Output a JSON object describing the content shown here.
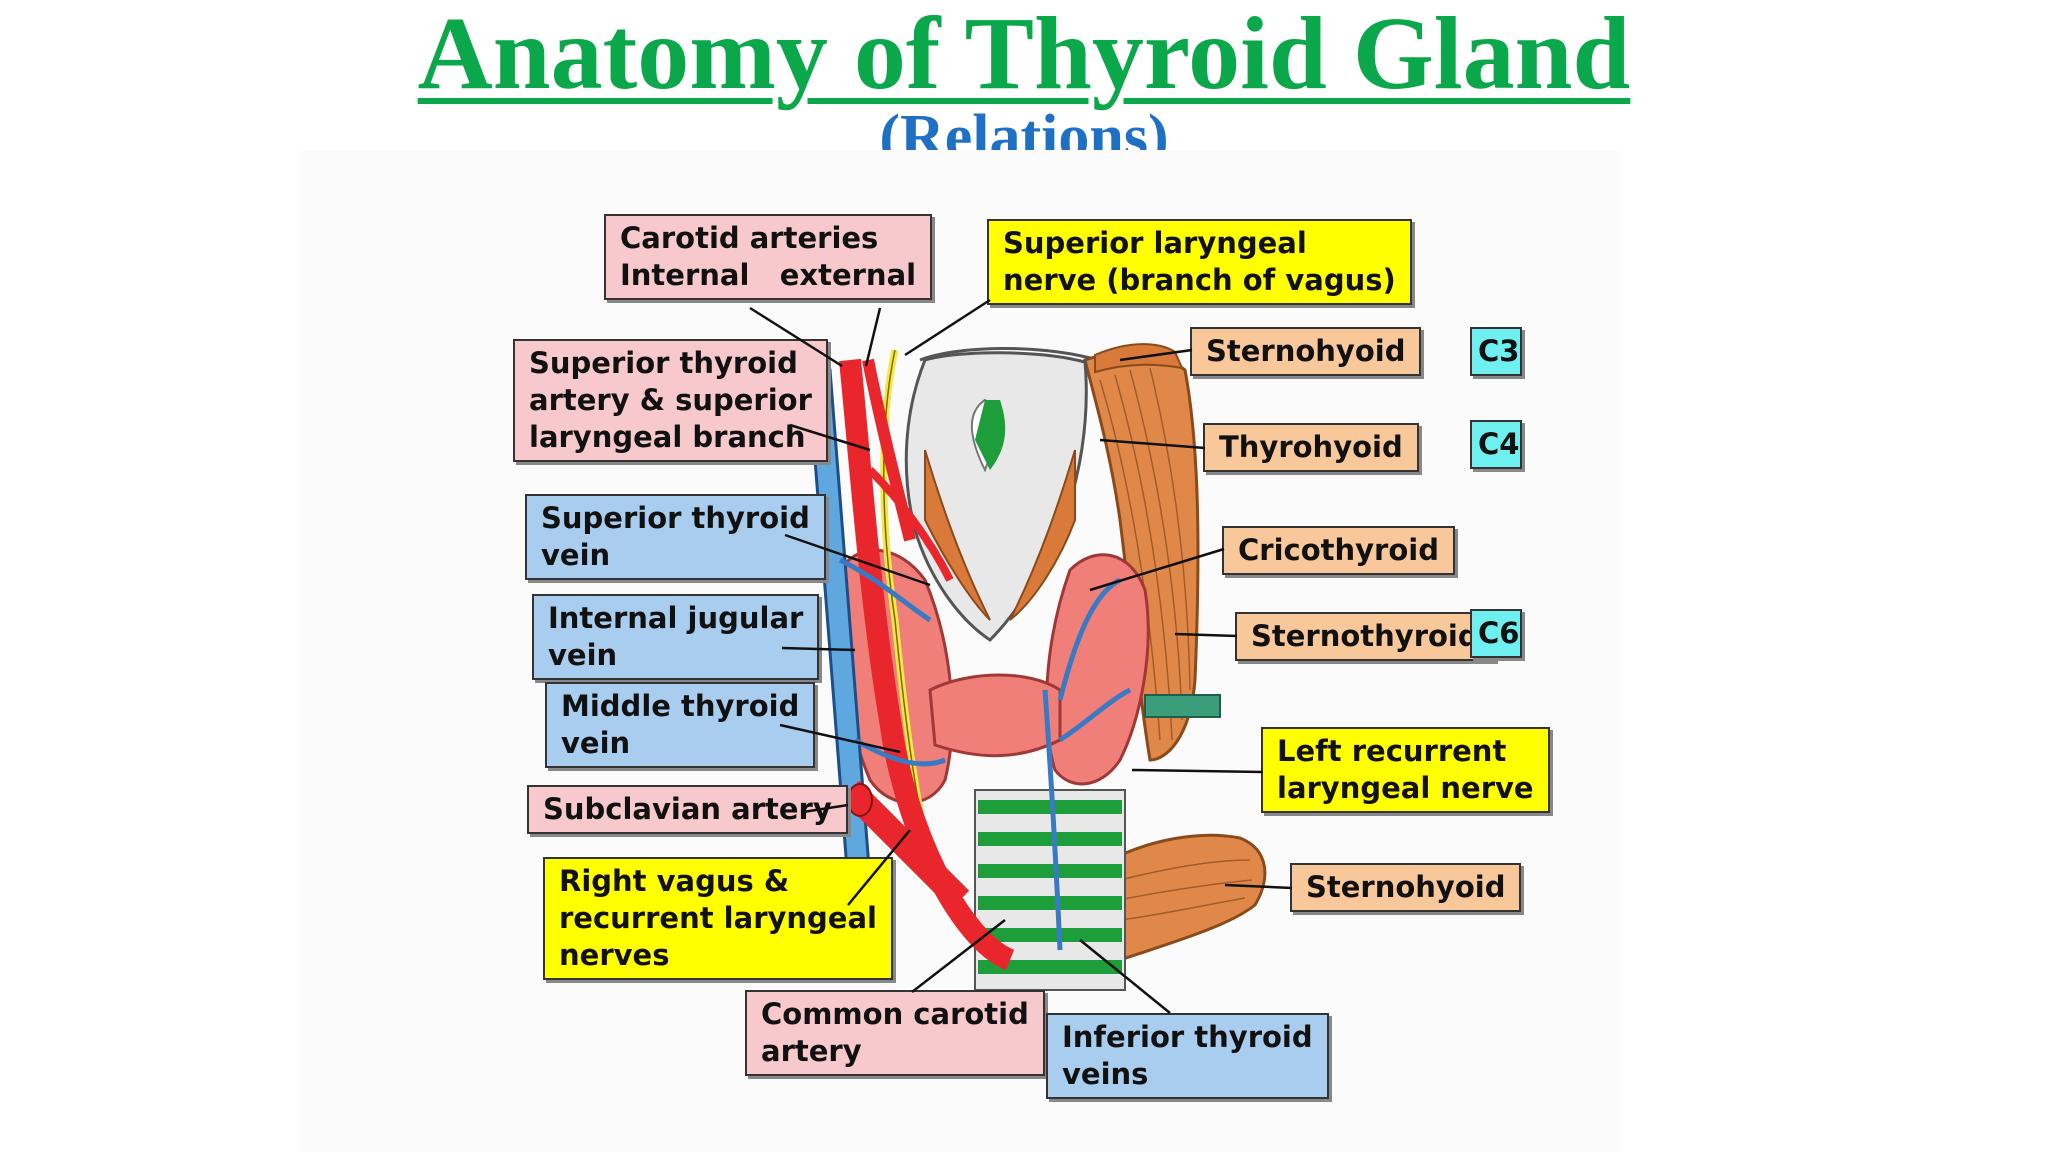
{
  "title": "Anatomy of Thyroid Gland",
  "subtitle": "(Relations)",
  "labels": {
    "carotid_arteries": "Carotid arteries\nInternal   external",
    "superior_laryngeal_nerve": "Superior laryngeal\nnerve (branch of vagus)",
    "superior_thyroid_artery": "Superior thyroid\nartery & superior\nlaryngeal branch",
    "sternohyoid_top": "Sternohyoid",
    "thyrohyoid": "Thyrohyoid",
    "superior_thyroid_vein": "Superior thyroid\nvein",
    "cricothyroid": "Cricothyroid",
    "internal_jugular_vein": "Internal jugular\nvein",
    "sternothyroid": "Sternothyroid",
    "middle_thyroid_vein": "Middle thyroid\nvein",
    "left_recurrent_laryngeal": "Left recurrent\nlaryngeal nerve",
    "subclavian_artery": "Subclavian artery",
    "right_vagus": "Right vagus &\nrecurrent laryngeal\nnerves",
    "sternohyoid_bottom": "Sternohyoid",
    "common_carotid": "Common carotid\nartery",
    "inferior_thyroid_veins": "Inferior thyroid\nveins"
  },
  "vertebral_levels": [
    "C3",
    "C4",
    "C6"
  ],
  "colors": {
    "title": "#0aa84a",
    "subtitle": "#1f6fc4",
    "artery": "#e8262b",
    "vein": "#5fa8df",
    "nerve": "#f5e64a",
    "muscle": "#e0884a",
    "thyroid": "#f07f7a",
    "cartilage_green": "#1e9e3a"
  }
}
